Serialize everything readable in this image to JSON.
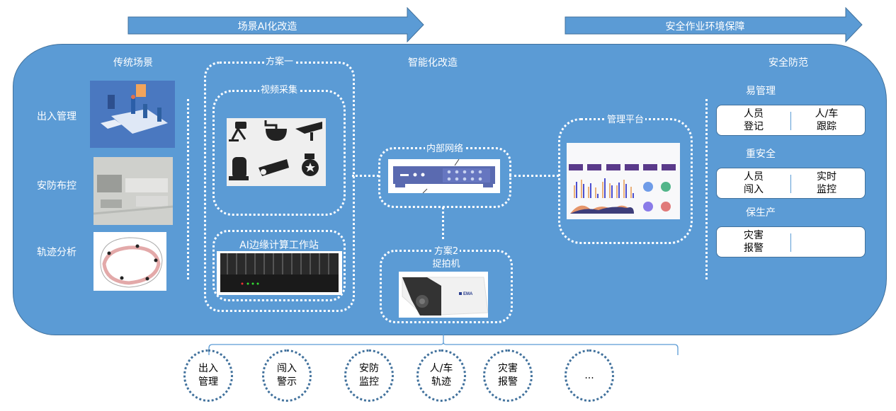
{
  "top_arrows": [
    {
      "label": "场景AI化改造"
    },
    {
      "label": "安全作业环境保障"
    }
  ],
  "colors": {
    "panel": "#5b9bd5",
    "panel_border": "#41719c",
    "circle_border": "#41719c",
    "text_light": "#ffffff"
  },
  "traditional": {
    "title": "传统场景",
    "items": [
      {
        "label": "出入管理",
        "image": "access-control-illustration"
      },
      {
        "label": "安防布控",
        "image": "aerial-facility-photo"
      },
      {
        "label": "轨迹分析",
        "image": "trajectory-floorplan"
      }
    ]
  },
  "scheme1": {
    "title": "方案一",
    "video_capture": {
      "title": "视频采集",
      "image": "camera-types-icons"
    },
    "edge_station": {
      "title": "AI边缘计算工作站",
      "image": "edge-computer-photo"
    }
  },
  "smart_title": "智能化改造",
  "network": {
    "title": "内部网络",
    "image": "network-switch"
  },
  "scheme2": {
    "title": "方案2",
    "subtitle": "捉拍机",
    "image": "bullet-camera",
    "camera_brand": "EMA"
  },
  "platform": {
    "title": "管理平台",
    "image": "dashboard-screenshot"
  },
  "security": {
    "title": "安全防范",
    "groups": [
      {
        "title": "易管理",
        "cells": [
          "人员\n登记",
          "人/车\n跟踪"
        ]
      },
      {
        "title": "重安全",
        "cells": [
          "人员\n闯入",
          "实时\n监控"
        ]
      },
      {
        "title": "保生产",
        "cells": [
          "灾害\n报警",
          ""
        ]
      }
    ]
  },
  "bottom_circles": [
    {
      "label": "出入\n管理"
    },
    {
      "label": "闯入\n警示"
    },
    {
      "label": "安防\n监控"
    },
    {
      "label": "人/车\n轨迹"
    },
    {
      "label": "灾害\n报警"
    },
    {
      "label": "..."
    }
  ]
}
